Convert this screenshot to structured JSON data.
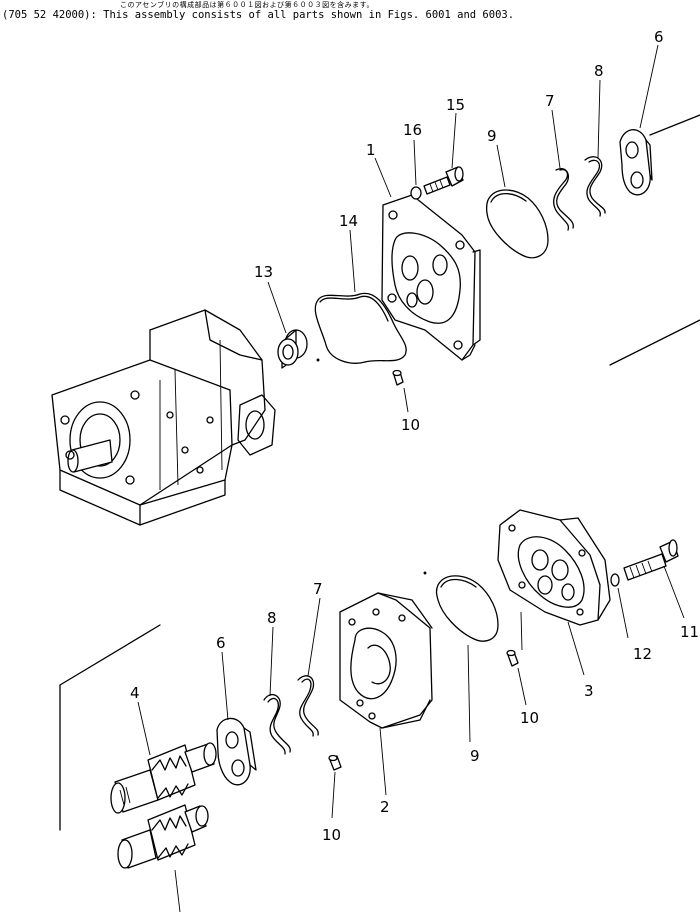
{
  "header": {
    "japanese": "このアセンブリの構成部品は第６００１図および第６００３図を含みます。",
    "english": "(705 52 42000): This assembly consists of all parts shown in Figs. 6001 and 6003."
  },
  "callouts": [
    {
      "id": "c1",
      "text": "1"
    },
    {
      "id": "c16",
      "text": "16"
    },
    {
      "id": "c15",
      "text": "15"
    },
    {
      "id": "c9a",
      "text": "9"
    },
    {
      "id": "c7a",
      "text": "7"
    },
    {
      "id": "c8a",
      "text": "8"
    },
    {
      "id": "c6a",
      "text": "6"
    },
    {
      "id": "c14",
      "text": "14"
    },
    {
      "id": "c13",
      "text": "13"
    },
    {
      "id": "c10a",
      "text": "10"
    },
    {
      "id": "c11",
      "text": "11"
    },
    {
      "id": "c12",
      "text": "12"
    },
    {
      "id": "c3",
      "text": "3"
    },
    {
      "id": "c9b",
      "text": "9"
    },
    {
      "id": "c10b",
      "text": "10"
    },
    {
      "id": "c7b",
      "text": "7"
    },
    {
      "id": "c8b",
      "text": "8"
    },
    {
      "id": "c6b",
      "text": "6"
    },
    {
      "id": "c4",
      "text": "4"
    },
    {
      "id": "c2",
      "text": "2"
    },
    {
      "id": "c10c",
      "text": "10"
    }
  ]
}
